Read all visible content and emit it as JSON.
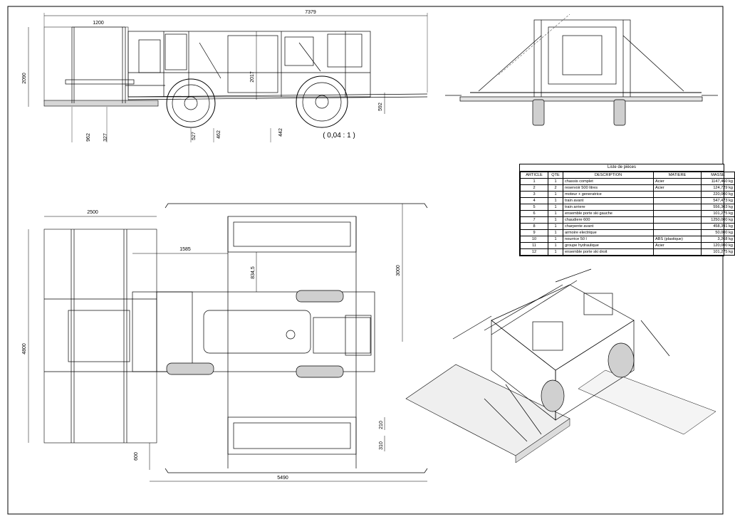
{
  "views": {
    "side": {
      "dimensions": {
        "overall_length": "7379",
        "front_length": "1200",
        "overall_height": "2090",
        "chassis_height": "2017",
        "hitch_height": "592",
        "d962": "962",
        "d327": "327",
        "d527": "527",
        "d462": "462",
        "d442": "442"
      },
      "scale_label": "( 0,04 : 1 )"
    },
    "top": {
      "dimensions": {
        "ski_width": "2500",
        "offset_1585": "1585",
        "d834": "834,5",
        "ski_length": "3000",
        "overall_width": "4800",
        "d600": "600",
        "overall_length": "5490",
        "d210": "210",
        "d310": "310"
      }
    }
  },
  "parts_list": {
    "title": "Liste de pièces",
    "columns": [
      "ARTICLE",
      "QTE",
      "DESCRIPTION",
      "MATIERE",
      "MASSE"
    ],
    "rows": [
      [
        "1",
        "1",
        "chassis complet",
        "Acier",
        "1147,460 kg"
      ],
      [
        "2",
        "2",
        "reservoir 500 litres",
        "Acier",
        "124,729 kg"
      ],
      [
        "3",
        "1",
        "moteur + generatrice",
        "",
        "220,000 kg"
      ],
      [
        "4",
        "1",
        "train avant",
        "",
        "547,473 kg"
      ],
      [
        "5",
        "1",
        "train arriere",
        "",
        "556,303 kg"
      ],
      [
        "6",
        "1",
        "ensemble porte ski gauche",
        "",
        "101,275 kg"
      ],
      [
        "7",
        "1",
        "chaudiere 600",
        "",
        "1250,000 kg"
      ],
      [
        "8",
        "1",
        "charpente avant",
        "",
        "458,391 kg"
      ],
      [
        "9",
        "1",
        "armoire electrique",
        "",
        "50,000 kg"
      ],
      [
        "10",
        "1",
        "nourrice 50 l",
        "ABS (plastique)",
        "3,268 kg"
      ],
      [
        "11",
        "1",
        "groupe hydraulique",
        "Acier",
        "120,000 kg"
      ],
      [
        "12",
        "1",
        "ensemble porte ski droit",
        "",
        "101,275 kg"
      ]
    ]
  }
}
